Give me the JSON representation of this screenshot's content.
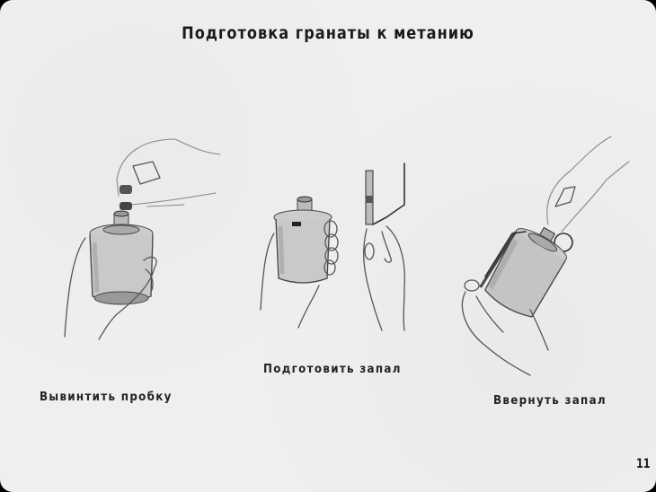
{
  "slide": {
    "title": "Подготовка гранаты к метанию",
    "page_number": "11",
    "background_color": "#efefef",
    "frame_color": "#000000",
    "steps": [
      {
        "caption": "Вывинтить пробку",
        "illustration": "hand-unscrewing-plug-illustration"
      },
      {
        "caption": "Подготовить запал",
        "illustration": "hands-preparing-fuse-illustration"
      },
      {
        "caption": "Ввернуть запал",
        "illustration": "hand-screwing-in-fuse-illustration"
      }
    ]
  }
}
